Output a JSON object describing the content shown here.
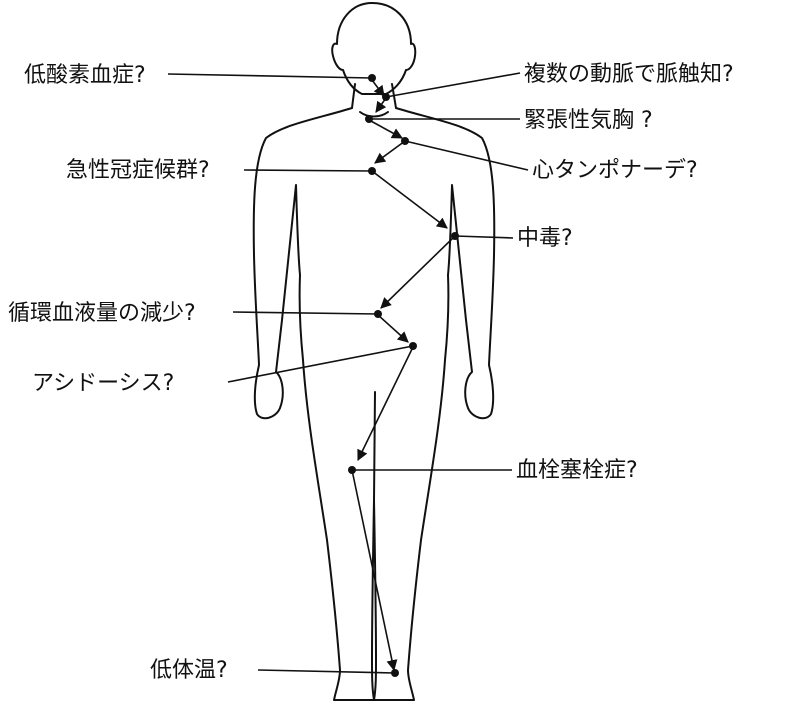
{
  "labels": {
    "hypoxia": "低酸素血症?",
    "pulse_check": "複数の動脈で脈触知?",
    "tension_pneumothorax": "緊張性気胸 ?",
    "acs": "急性冠症候群?",
    "tamponade": "心タンポナーデ?",
    "toxins": "中毒?",
    "hypovolemia": "循環血液量の減少?",
    "acidosis": "アシドーシス?",
    "thromboembolism": "血栓塞栓症?",
    "hypothermia": "低体温?"
  },
  "colors": {
    "ink": "#111111",
    "background": "#ffffff"
  }
}
